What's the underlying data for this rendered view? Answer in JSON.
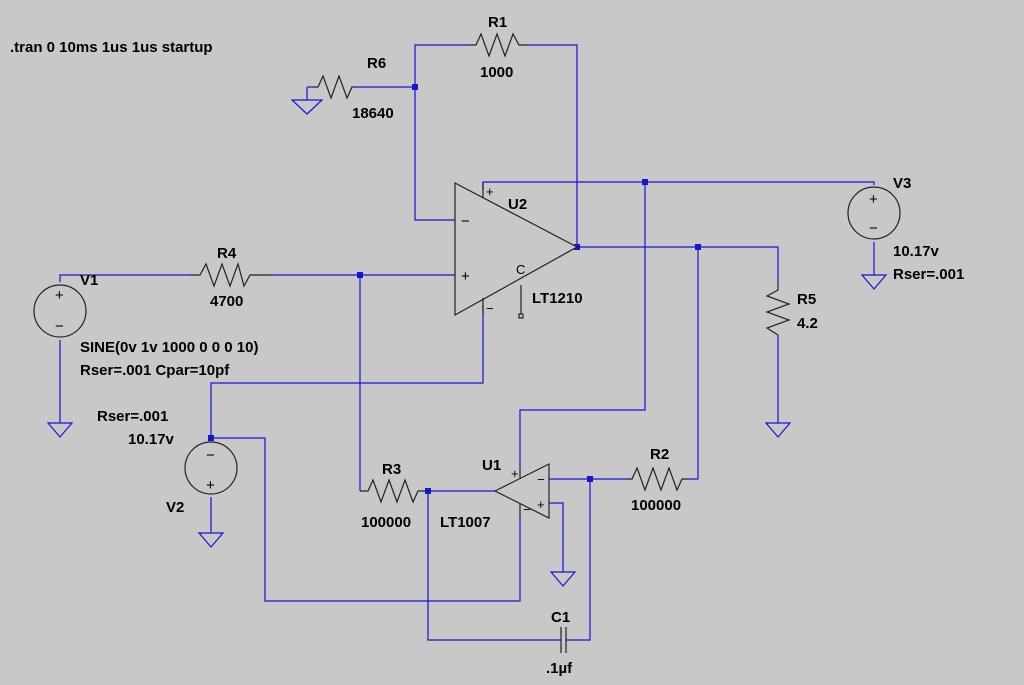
{
  "directive": ".tran 0 10ms 1us 1us startup",
  "colors": {
    "background": "#c8c8c8",
    "wire": "#1515d6",
    "component": "#222222"
  },
  "components": {
    "r1": {
      "ref": "R1",
      "value": "1000"
    },
    "r2": {
      "ref": "R2",
      "value": "100000"
    },
    "r3": {
      "ref": "R3",
      "value": "100000"
    },
    "r4": {
      "ref": "R4",
      "value": "4700"
    },
    "r5": {
      "ref": "R5",
      "value": "4.2"
    },
    "r6": {
      "ref": "R6",
      "value": "18640"
    },
    "c1": {
      "ref": "C1",
      "value": ".1µf"
    },
    "u1": {
      "ref": "U1",
      "part": "LT1007"
    },
    "u2": {
      "ref": "U2",
      "part": "LT1210",
      "pin_c": "C"
    },
    "v1": {
      "ref": "V1",
      "value": "SINE(0v 1v 1000 0 0 0 10)",
      "params": "Rser=.001 Cpar=10pf"
    },
    "v2": {
      "ref": "V2",
      "value": "10.17v",
      "params": "Rser=.001"
    },
    "v3": {
      "ref": "V3",
      "value": "10.17v",
      "params": "Rser=.001"
    }
  },
  "pin_marks": {
    "plus": "+",
    "minus": "−"
  }
}
